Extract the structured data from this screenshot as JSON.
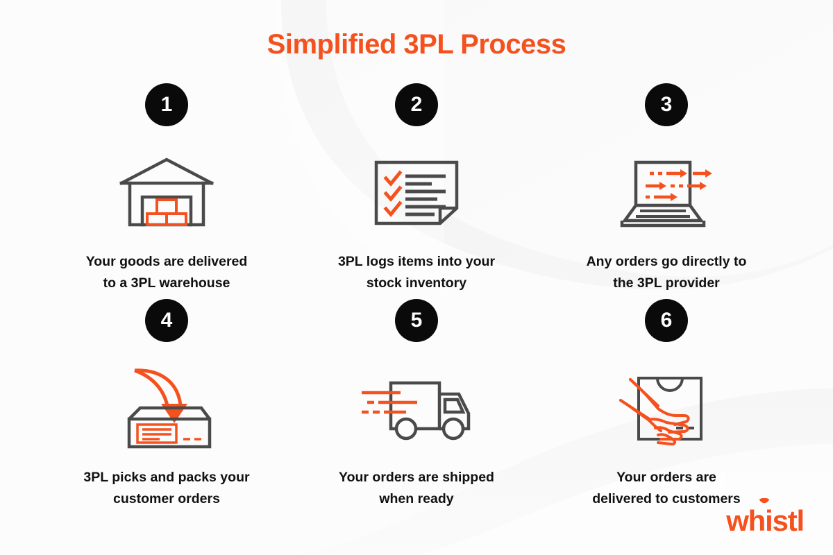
{
  "page": {
    "title": "Simplified 3PL Process",
    "brand_name": "whistl",
    "watermark_text": "whistl",
    "accent_color": "#F4511E",
    "badge_color": "#0A0A0A",
    "caption_color": "#111111",
    "icon_line_color": "#4A4A4A",
    "background_color": "#FCFCFC"
  },
  "steps": [
    {
      "number": "1",
      "icon": "warehouse-icon",
      "caption": "Your goods are delivered\nto a 3PL warehouse"
    },
    {
      "number": "2",
      "icon": "checklist-document-icon",
      "caption": "3PL logs items into your\nstock inventory"
    },
    {
      "number": "3",
      "icon": "laptop-arrows-icon",
      "caption": "Any orders go directly to\nthe 3PL provider"
    },
    {
      "number": "4",
      "icon": "box-arrow-icon",
      "caption": "3PL picks and packs your\ncustomer orders"
    },
    {
      "number": "5",
      "icon": "delivery-truck-icon",
      "caption": "Your orders are shipped\nwhen ready"
    },
    {
      "number": "6",
      "icon": "hand-package-icon",
      "caption": "Your orders are\ndelivered to customers"
    }
  ]
}
